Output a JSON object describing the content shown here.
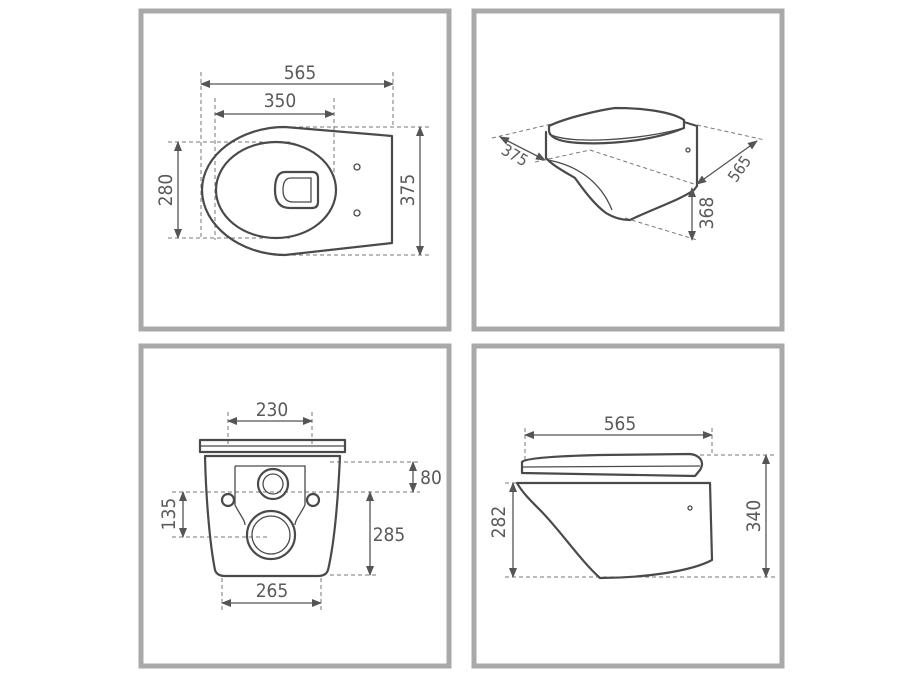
{
  "top_view": {
    "width_total": "565",
    "width_bowl": "350",
    "height_bowl": "280",
    "height_total": "375"
  },
  "iso_view": {
    "depth": "375",
    "length": "565",
    "height": "368"
  },
  "front_view": {
    "seat_width": "230",
    "top_offset": "80",
    "hole_spacing": "135",
    "outlet_height": "285",
    "base_width": "265"
  },
  "side_view": {
    "length": "565",
    "bowl_height": "282",
    "total_height": "340"
  },
  "colors": {
    "frame": "#a9a9a9",
    "line": "#4a4a4a",
    "text": "#5a5a5a"
  }
}
